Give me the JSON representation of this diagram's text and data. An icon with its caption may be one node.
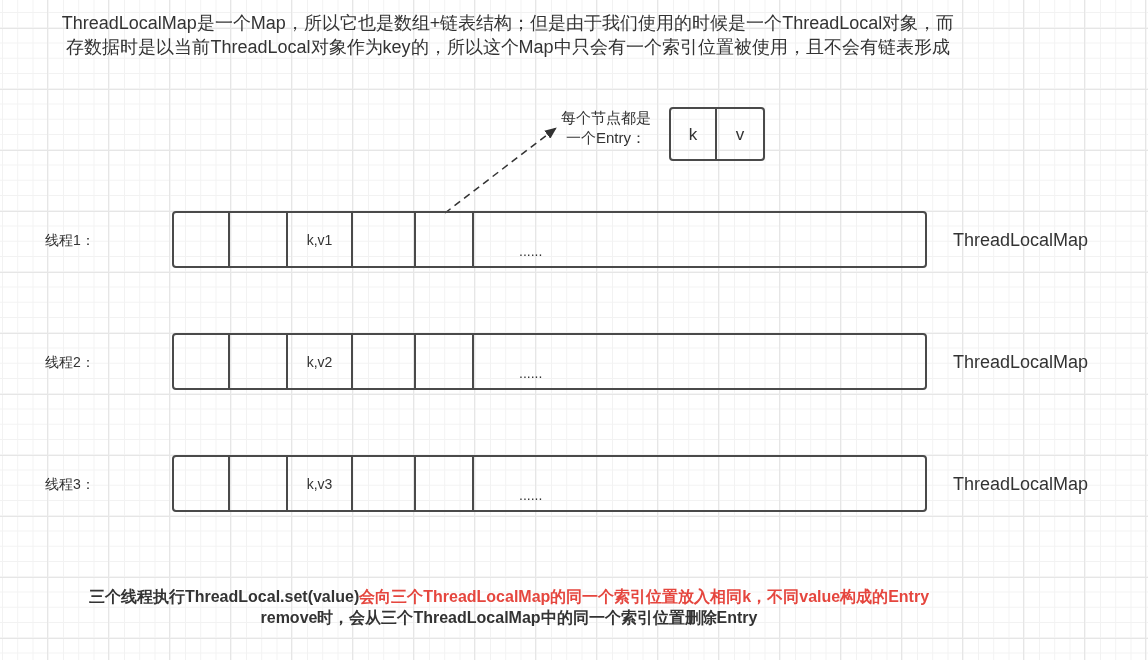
{
  "diagram": {
    "title": "ThreadLocalMap是一个Map，所以它也是数组+链表结构；但是由于我们使用的时候是一个ThreadLocal对象，而存数据时是以当前ThreadLocal对象作为key的，所以这个Map中只会有一个索引位置被使用，且不会有链表形成",
    "nodes": [
      {
        "text": [
          "每个节点都是一个Entry："
        ]
      },
      {
        "text": [],
        "shape": "box"
      },
      {
        "text": [
          "k"
        ],
        "in": 1
      },
      {
        "text": [
          "v"
        ],
        "in": 1
      },
      {
        "text": [],
        "shape": "box",
        "beside": [
          "ThreadLocalMap"
        ]
      },
      {
        "text": [],
        "shape": "box",
        "in": 4
      },
      {
        "text": [],
        "shape": "box",
        "in": 4
      },
      {
        "text": [
          "k,v1"
        ],
        "in": 4
      },
      {
        "text": [],
        "shape": "box",
        "in": 4
      },
      {
        "text": [],
        "shape": "box",
        "in": 4
      },
      {
        "text": [
          "......"
        ],
        "in": 4
      },
      {
        "text": [],
        "shape": "box",
        "beside": [
          "ThreadLocalMap"
        ]
      },
      {
        "text": [],
        "shape": "box",
        "in": 11
      },
      {
        "text": [],
        "shape": "box",
        "in": 11
      },
      {
        "text": [
          "k,v2"
        ],
        "in": 11
      },
      {
        "text": [],
        "shape": "box",
        "in": 11
      },
      {
        "text": [],
        "shape": "box",
        "in": 11
      },
      {
        "text": [
          "......"
        ],
        "in": 11
      },
      {
        "text": [],
        "shape": "box",
        "beside": [
          "ThreadLocalMap"
        ]
      },
      {
        "text": [],
        "shape": "box",
        "in": 18
      },
      {
        "text": [],
        "shape": "box",
        "in": 18
      },
      {
        "text": [
          "k,v3"
        ],
        "in": 18
      },
      {
        "text": [],
        "shape": "box",
        "in": 18
      },
      {
        "text": [],
        "shape": "box",
        "in": 18
      },
      {
        "text": [
          "......"
        ],
        "in": 18
      }
    ],
    "edges": [
      {
        "from": 9,
        "to": 0,
        "arrow": "to",
        "style": "dashed"
      }
    ],
    "labels": [
      "线程1：",
      "线程2：",
      "线程3：",
      "三个线程执行ThreadLocal.set(value)",
      "会向三个ThreadLocalMap的同一个索引位置放入相同k，不同value构成的Entry",
      "remove时，会从三个ThreadLocalMap中的同一个索引位置删除Entry"
    ]
  }
}
